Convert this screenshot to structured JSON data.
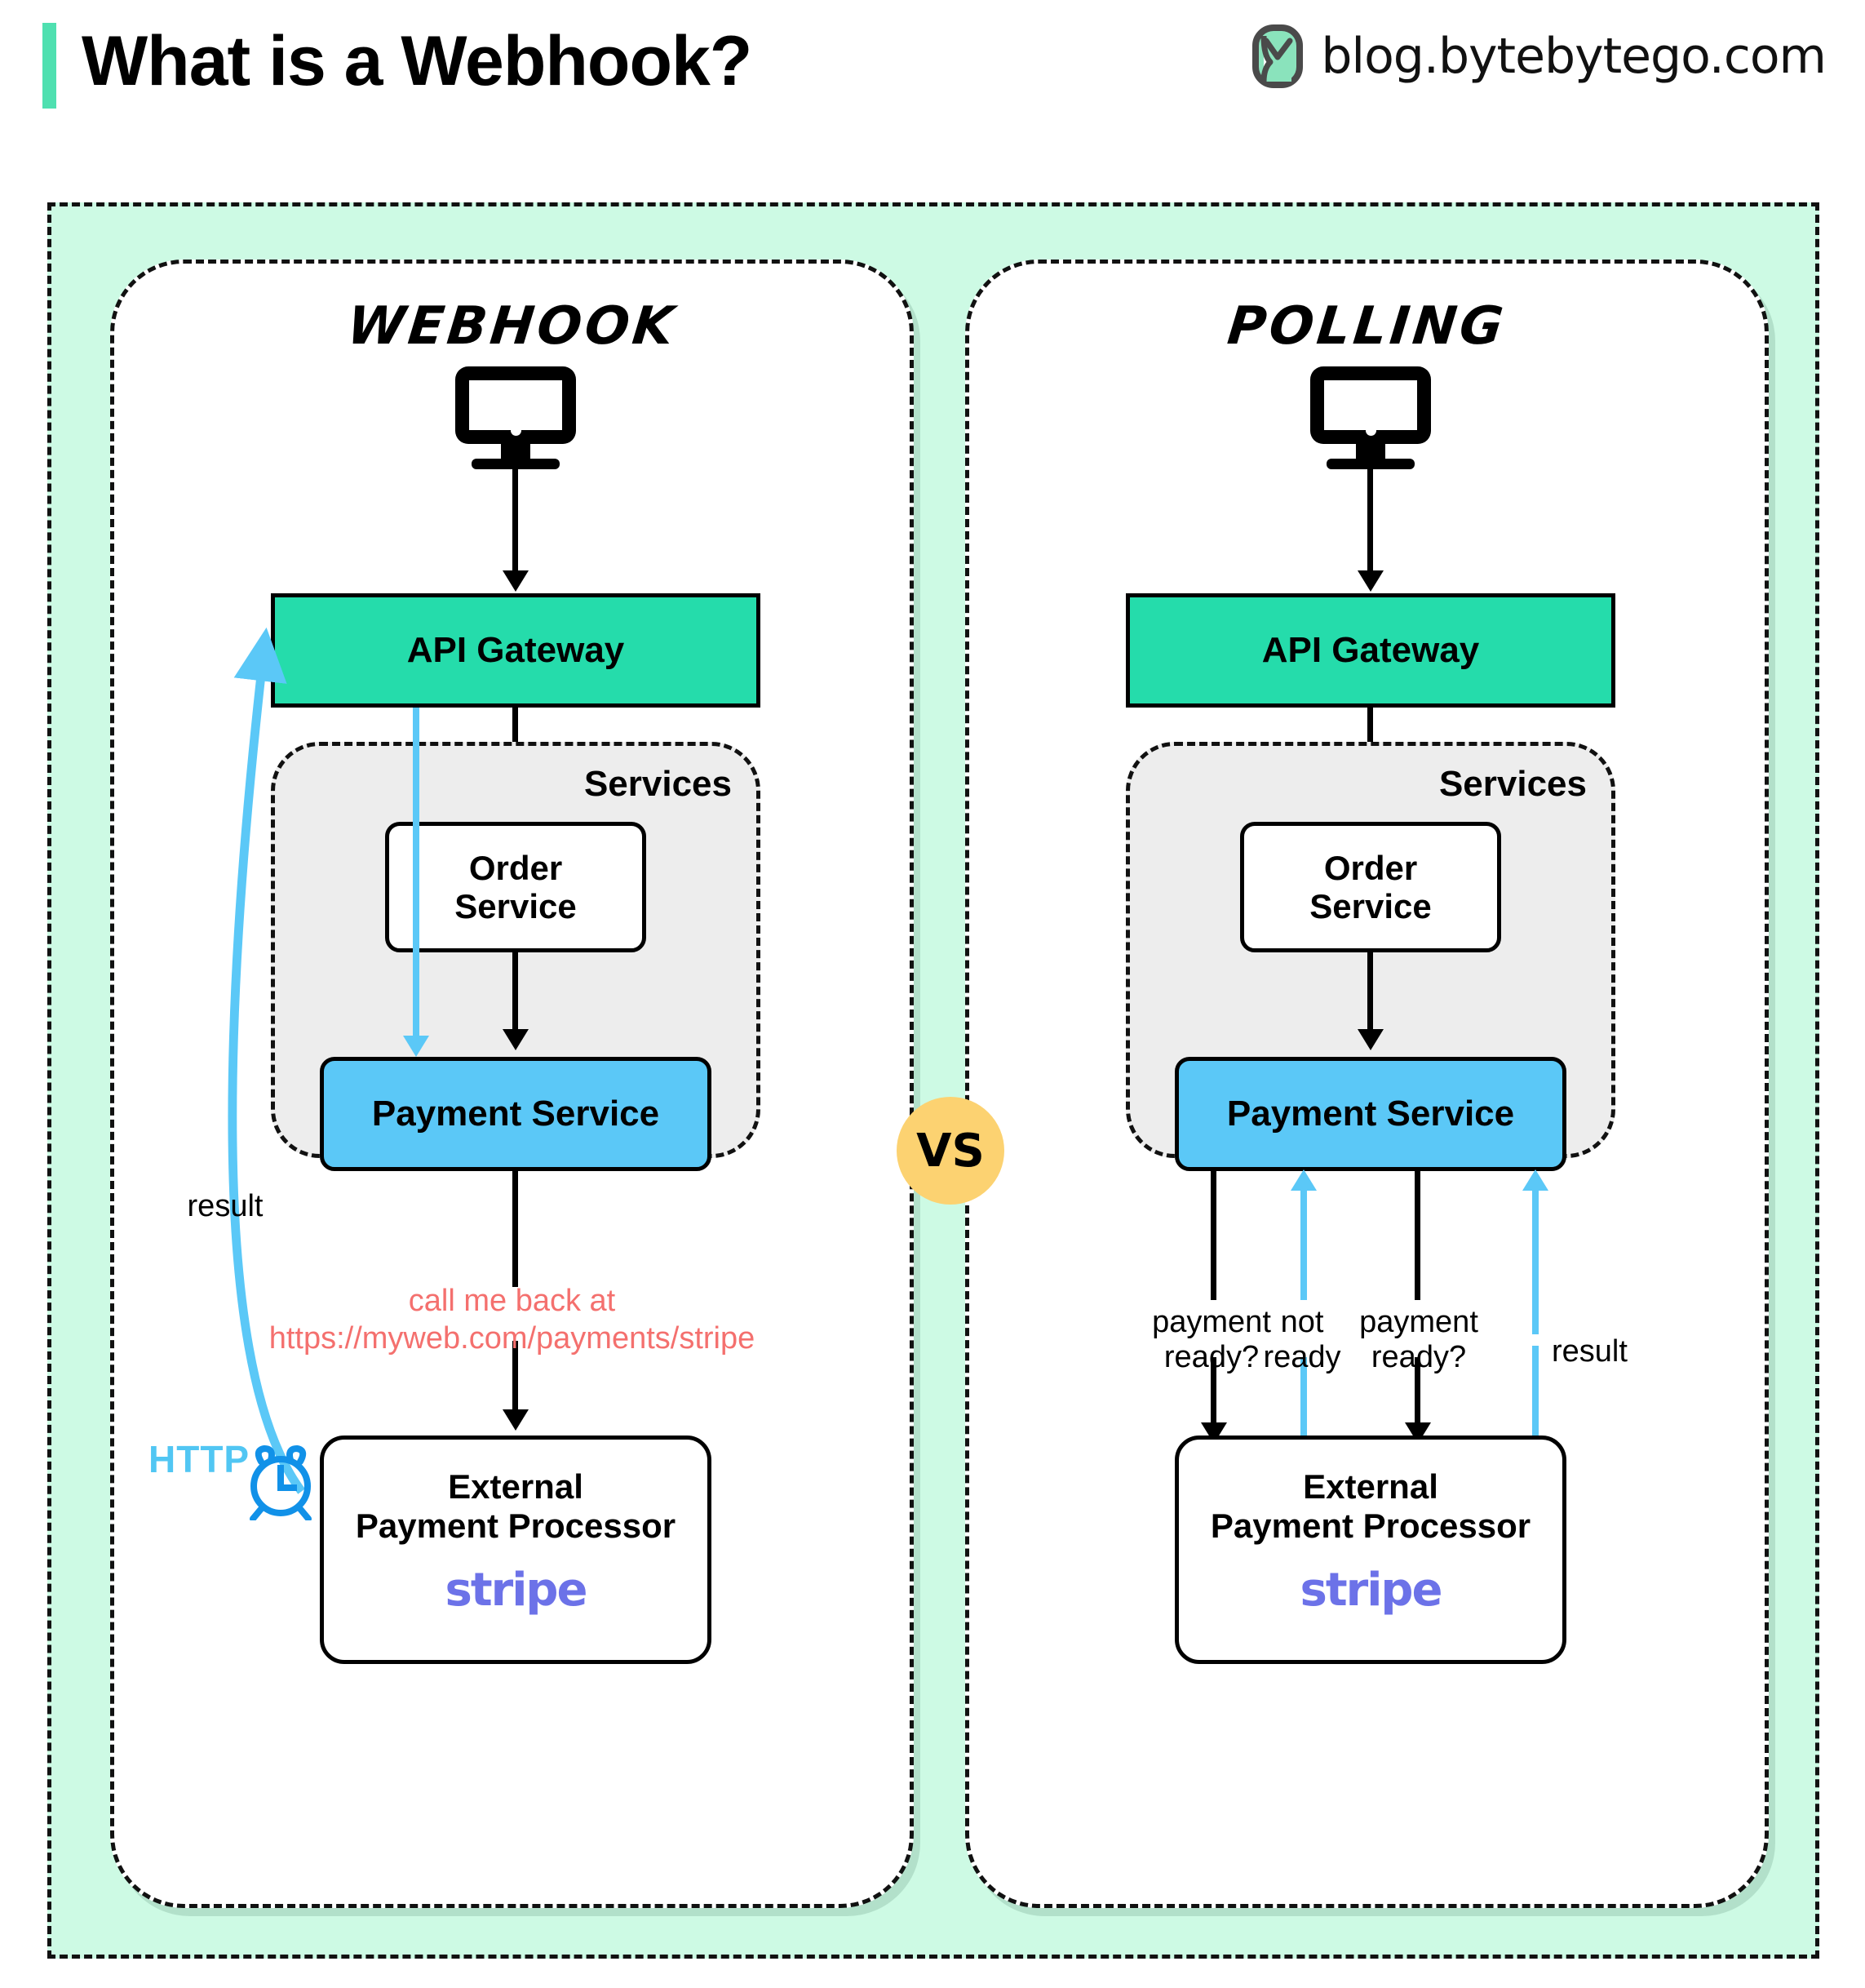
{
  "header": {
    "title": "What is a Webhook?",
    "brand": "blog.bytebytego.com",
    "accent_color": "#4FE0B0"
  },
  "vs_badge": {
    "label": "VS",
    "color": "#FCD271"
  },
  "colors": {
    "outer_background": "#CDFAE4",
    "panel_background": "#FFFFFF",
    "gateway": "#25DCAB",
    "payment_service": "#5BC8F7",
    "services_background": "#EDEDED",
    "callback_text": "#F4706E",
    "http_label": "#51C6F3",
    "stripe_logo": "#6C72E8",
    "arrow_black": "#000000",
    "arrow_blue": "#5BC8F7"
  },
  "panels": [
    {
      "id": "webhook",
      "title": "Webhook",
      "client_icon": "monitor-icon",
      "gateway": "API Gateway",
      "services_label": "Services",
      "order_service": "Order\nService",
      "order_service_line1": "Order",
      "order_service_line2": "Service",
      "payment_service": "Payment Service",
      "external_line1": "External",
      "external_line2": "Payment Processor",
      "external_logo": "stripe",
      "callback_line1": "call me back at",
      "callback_line2": "https://myweb.com/payments/stripe",
      "result_label": "result",
      "http_label": "HTTP",
      "clock_icon": "alarm-clock-icon"
    },
    {
      "id": "polling",
      "title": "Polling",
      "client_icon": "monitor-icon",
      "gateway": "API Gateway",
      "services_label": "Services",
      "order_service_line1": "Order",
      "order_service_line2": "Service",
      "payment_service": "Payment Service",
      "external_line1": "External",
      "external_line2": "Payment Processor",
      "external_logo": "stripe",
      "poll_labels": [
        {
          "line1": "payment",
          "line2": "ready?",
          "direction": "down",
          "color": "black"
        },
        {
          "line1": "not",
          "line2": "ready",
          "direction": "up",
          "color": "blue"
        },
        {
          "line1": "payment",
          "line2": "ready?",
          "direction": "down",
          "color": "black"
        },
        {
          "line1": "result",
          "line2": "",
          "direction": "up",
          "color": "blue"
        }
      ]
    }
  ]
}
